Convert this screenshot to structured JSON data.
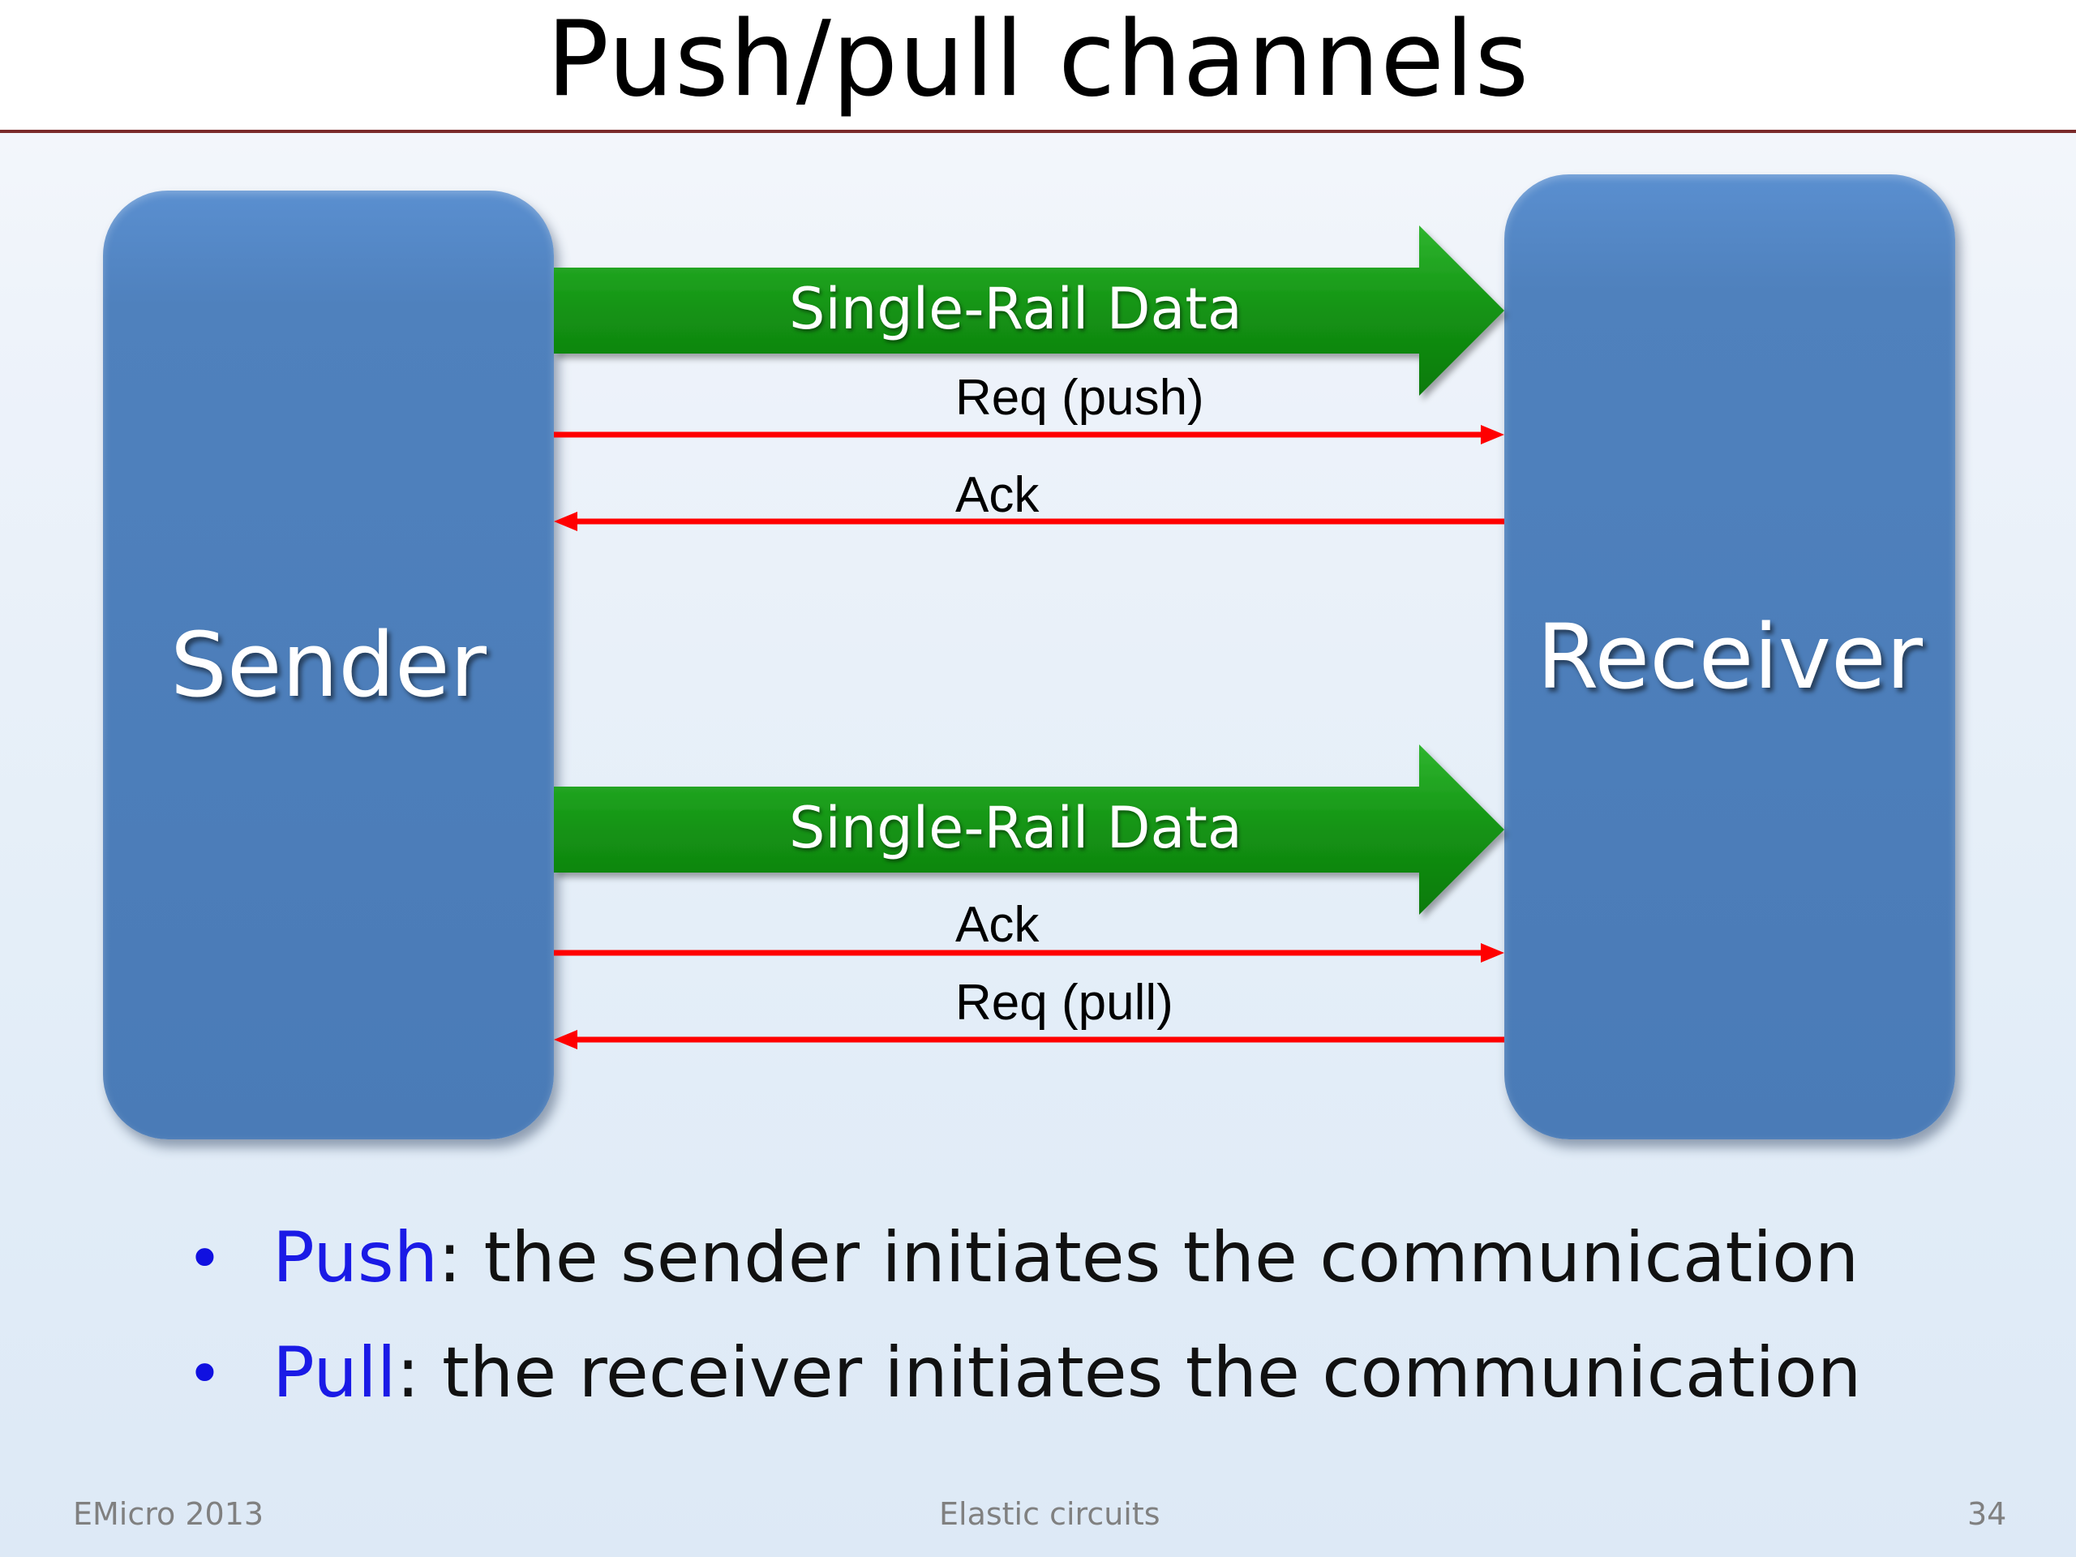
{
  "slide": {
    "title": "Push/pull channels",
    "sender_label": "Sender",
    "receiver_label": "Receiver",
    "top_channel": {
      "data_label": "Single-Rail Data",
      "forward_signal": "Req (push)",
      "backward_signal": "Ack"
    },
    "bottom_channel": {
      "data_label": "Single-Rail Data",
      "forward_signal": "Ack",
      "backward_signal": "Req (pull)"
    },
    "bullets": [
      {
        "keyword": "Push",
        "text": ": the sender initiates the communication"
      },
      {
        "keyword": "Pull",
        "text": ": the receiver initiates the communication"
      }
    ],
    "footer": {
      "left": "EMicro 2013",
      "center": "Elastic circuits",
      "page_number": "34"
    },
    "colors": {
      "block_blue": "#4f81bd",
      "data_arrow_green": "#1a9a1a",
      "signal_red": "#ff0000",
      "keyword_blue": "#1a1ae6"
    }
  }
}
